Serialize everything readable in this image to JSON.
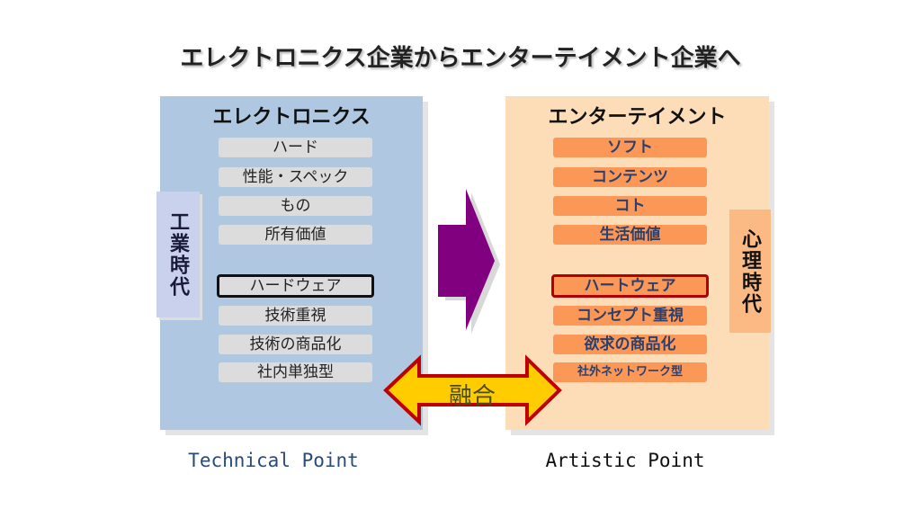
{
  "title": "エレクトロニクス企業からエンターテイメント企業へ",
  "left": {
    "heading": "エレクトロニクス",
    "side_label": "工業時代",
    "items": [
      "ハード",
      "性能・スペック",
      "もの",
      "所有価値"
    ],
    "highlight": "ハードウェア",
    "items2": [
      "技術重視",
      "技術の商品化",
      "社内単独型"
    ],
    "footer": "Technical Point"
  },
  "right": {
    "heading": "エンターテイメント",
    "side_label": "心理時代",
    "items": [
      "ソフト",
      "コンテンツ",
      "コト",
      "生活価値"
    ],
    "highlight": "ハートウェア",
    "items2": [
      "コンセプト重視",
      "欲求の商品化",
      "社外ネットワーク型"
    ],
    "footer": "Artistic Point"
  },
  "fusion_label": "融合",
  "colors": {
    "left_panel": "#afc7e1",
    "right_panel": "#fddcb8",
    "arrow": "#800080",
    "fusion_fill": "#ffcc00",
    "fusion_border": "#c00000"
  }
}
